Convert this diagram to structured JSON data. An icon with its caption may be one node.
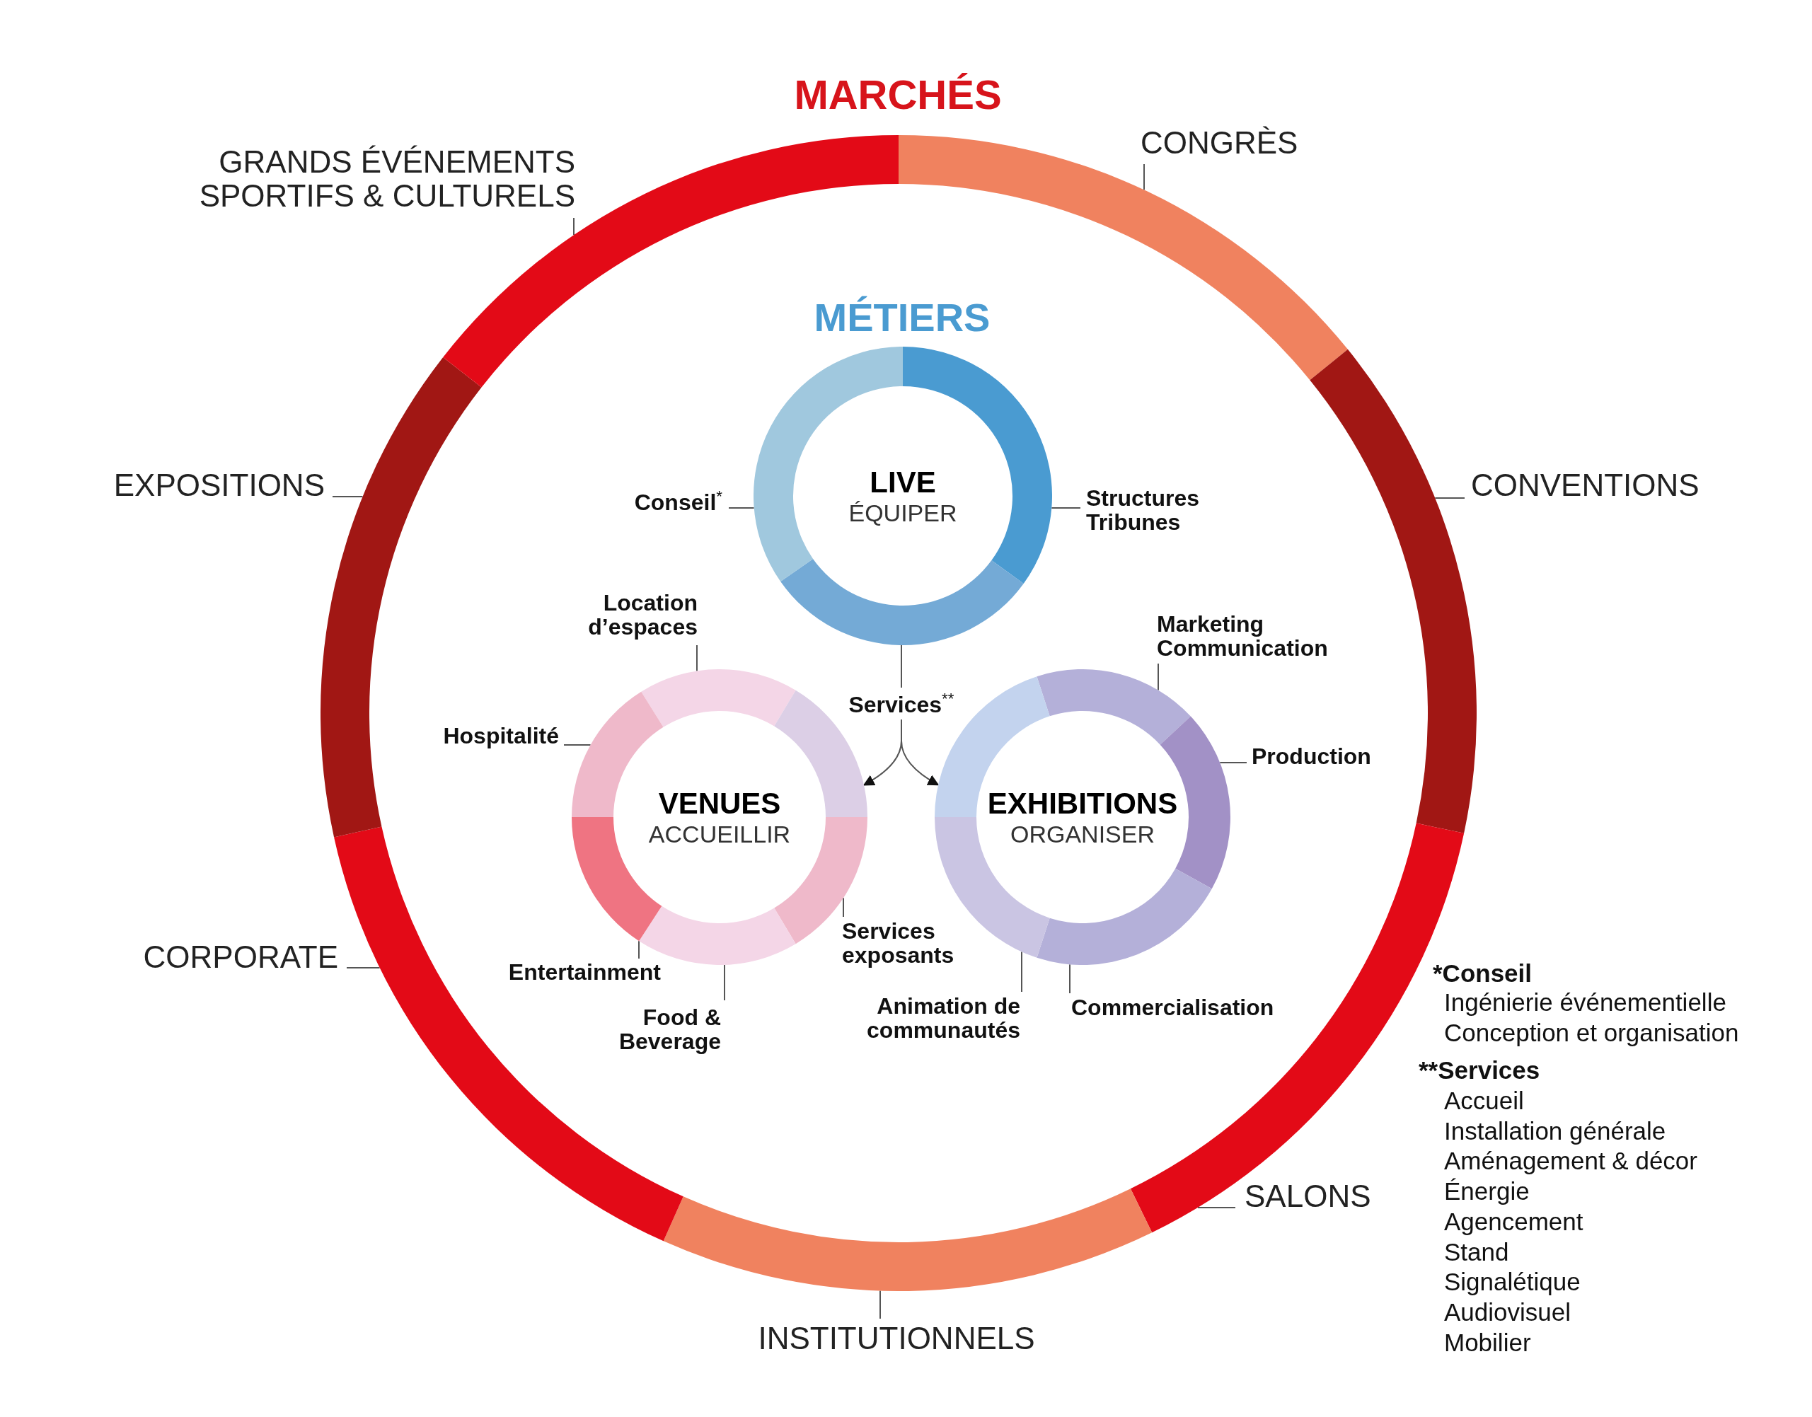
{
  "diagram": {
    "nodes": [
      {
        "text": [],
        "shape": "arc"
      },
      {
        "text": [],
        "shape": "arc"
      },
      {
        "text": [],
        "shape": "arc"
      },
      {
        "text": [],
        "shape": "arc"
      },
      {
        "text": [],
        "shape": "arc"
      },
      {
        "text": [],
        "shape": "arc"
      },
      {
        "text": [],
        "shape": "arc"
      },
      {
        "text": [
          "CONGRÈS"
        ]
      },
      {
        "text": [
          "CONVENTIONS"
        ]
      },
      {
        "text": [
          "SALONS"
        ]
      },
      {
        "text": [
          "INSTITUTIONNELS"
        ]
      },
      {
        "text": [
          "CORPORATE"
        ]
      },
      {
        "text": [
          "EXPOSITIONS"
        ]
      },
      {
        "text": [
          "GRANDS ÉVÉNEMENTS SPORTIFS & CULTURELS"
        ]
      },
      {
        "text": [
          "LIVE",
          "ÉQUIPER"
        ]
      },
      {
        "text": [],
        "shape": "arc",
        "in": 14
      },
      {
        "text": [],
        "shape": "arc",
        "in": 14
      },
      {
        "text": [],
        "shape": "arc",
        "in": 14
      },
      {
        "text": [
          "Structures Tribunes"
        ]
      },
      {
        "text": [
          "Services$^{**}$"
        ]
      },
      {
        "text": [
          "Conseil$^{*}$"
        ]
      },
      {
        "text": [
          "VENUES",
          "ACCUEILLIR"
        ]
      },
      {
        "text": [],
        "shape": "arc",
        "in": 21
      },
      {
        "text": [],
        "shape": "arc",
        "in": 21
      },
      {
        "text": [],
        "shape": "arc",
        "in": 21
      },
      {
        "text": [],
        "shape": "arc",
        "in": 21
      },
      {
        "text": [],
        "shape": "arc",
        "in": 21
      },
      {
        "text": [],
        "shape": "arc",
        "in": 21
      },
      {
        "text": [
          "Location d’espaces"
        ]
      },
      {
        "text": [
          "Services exposants"
        ]
      },
      {
        "text": [
          "Food & Beverage"
        ]
      },
      {
        "text": [
          "Entertainment"
        ]
      },
      {
        "text": [
          "Hospitalité"
        ]
      },
      {
        "text": [
          "EXHIBITIONS",
          "ORGANISER"
        ]
      },
      {
        "text": [],
        "shape": "arc",
        "in": 33
      },
      {
        "text": [],
        "shape": "arc",
        "in": 33
      },
      {
        "text": [],
        "shape": "arc",
        "in": 33
      },
      {
        "text": [],
        "shape": "arc",
        "in": 33
      },
      {
        "text": [],
        "shape": "arc",
        "in": 33
      },
      {
        "text": [
          "Marketing Communication"
        ]
      },
      {
        "text": [
          "Production"
        ]
      },
      {
        "text": [
          "Commercialisation"
        ]
      },
      {
        "text": [
          "Animation de communautés"
        ]
      }
    ],
    "edges": [
      {
        "from": 7,
        "to": 0,
        "arrow": "none"
      },
      {
        "from": 8,
        "to": 1,
        "arrow": "none"
      },
      {
        "from": 9,
        "to": 2,
        "arrow": "none"
      },
      {
        "from": 10,
        "to": 3,
        "arrow": "none"
      },
      {
        "from": 11,
        "to": 4,
        "arrow": "none"
      },
      {
        "from": 12,
        "to": 5,
        "arrow": "none"
      },
      {
        "from": 13,
        "to": 6,
        "arrow": "none"
      },
      {
        "from": 18,
        "to": 15,
        "arrow": "none"
      },
      {
        "from": 19,
        "to": 16,
        "arrow": "none"
      },
      {
        "from": 20,
        "to": 17,
        "arrow": "none"
      },
      {
        "from": 28,
        "to": 22,
        "arrow": "none"
      },
      {
        "from": 29,
        "to": 24,
        "arrow": "none"
      },
      {
        "from": 30,
        "to": 25,
        "arrow": "none"
      },
      {
        "from": 31,
        "to": 26,
        "arrow": "none"
      },
      {
        "from": 32,
        "to": 27,
        "arrow": "none"
      },
      {
        "from": 39,
        "to": 34,
        "arrow": "none"
      },
      {
        "from": 40,
        "to": 35,
        "arrow": "none"
      },
      {
        "from": 41,
        "to": 36,
        "arrow": "none"
      },
      {
        "from": 42,
        "to": 37,
        "arrow": "none"
      },
      {
        "from": 19,
        "to": 23,
        "arrow": "to"
      },
      {
        "from": 19,
        "to": 38,
        "arrow": "to"
      }
    ],
    "labels": [
      "MARCHÉS",
      "MÉTIERS",
      "*Conseil",
      "Ingénierie événementielle",
      "Conception et organisation",
      "**Services",
      "Accueil",
      "Installation générale",
      "Aménagement & décor",
      "Énergie",
      "Agencement",
      "Stand",
      "Signalétique",
      "Audiovisuel",
      "Mobilier"
    ]
  }
}
